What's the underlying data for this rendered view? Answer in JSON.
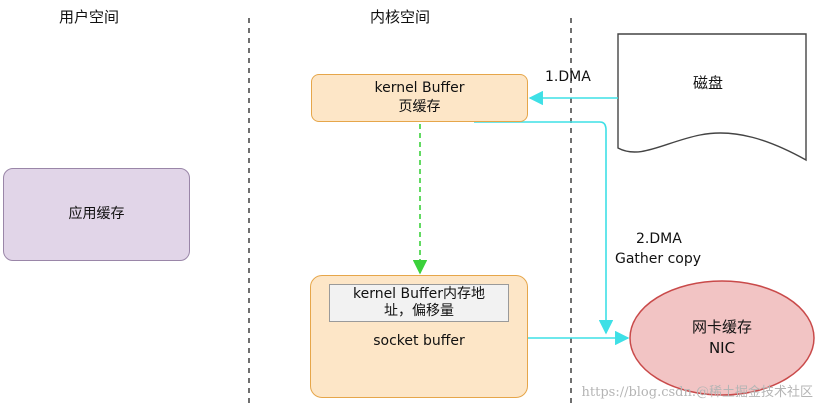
{
  "headings": {
    "user_space": "用户空间",
    "kernel_space": "内核空间"
  },
  "kernel_buffer": {
    "line1": "kernel Buffer",
    "line2": "页缓存"
  },
  "app_cache": {
    "label": "应用缓存"
  },
  "socket_buffer": {
    "address_line1": "kernel Buffer内存地",
    "address_line2": "址，偏移量",
    "label": "socket buffer"
  },
  "disk": {
    "label": "磁盘"
  },
  "nic": {
    "line1": "网卡缓存",
    "line2": "NIC"
  },
  "arrows": {
    "dma1": "1.DMA",
    "dma2_line1": "2.DMA",
    "dma2_line2": "Gather copy"
  },
  "watermark": "https://blog.csdn.@稀土掘金技术社区",
  "colors": {
    "kernel_fill": "#fde6c7",
    "kernel_stroke": "#e6a64a",
    "app_fill": "#e1d5e8",
    "app_stroke": "#9a86a8",
    "nic_fill": "#f2c4c4",
    "nic_stroke": "#c94a4a",
    "dma_arrow": "#3ee0e6",
    "copy_arrow": "#3bd13b"
  }
}
